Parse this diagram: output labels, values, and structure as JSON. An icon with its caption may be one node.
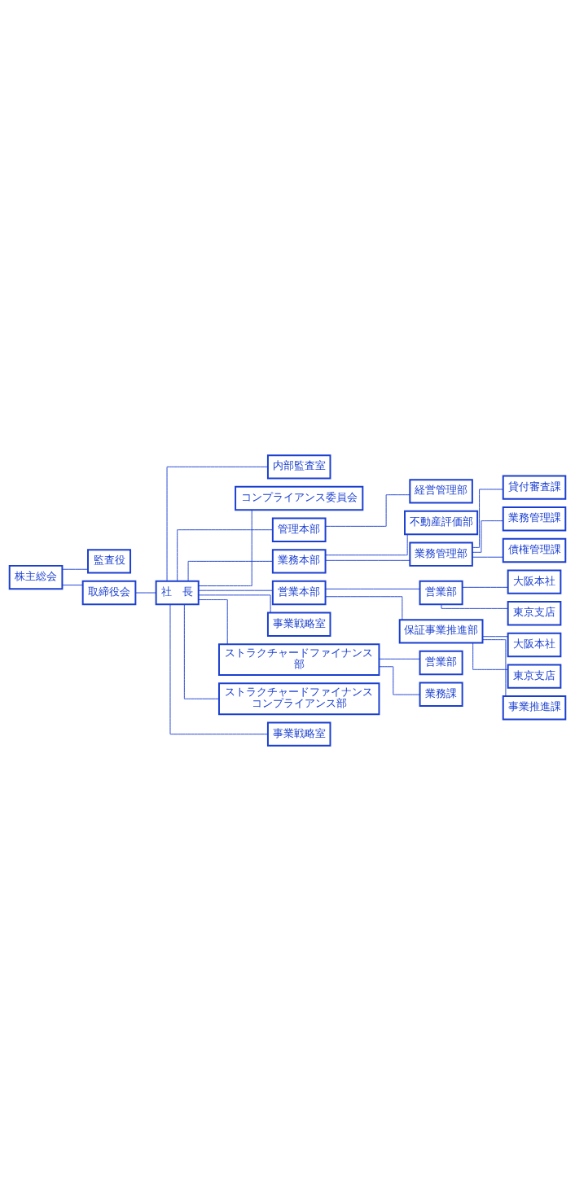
{
  "diagram": {
    "nodes": [
      {
        "text": [
          "株主総会"
        ]
      },
      {
        "text": [
          "監査役"
        ]
      },
      {
        "text": [
          "取締役会"
        ]
      },
      {
        "text": [
          "社　長"
        ]
      },
      {
        "text": [
          "内部監査室"
        ]
      },
      {
        "text": [
          "コンプライアンス委員会"
        ]
      },
      {
        "text": [
          "管理本部"
        ]
      },
      {
        "text": [
          "業務本部"
        ]
      },
      {
        "text": [
          "営業本部"
        ]
      },
      {
        "text": [
          "経営管理部"
        ]
      },
      {
        "text": [
          "不動産評価部"
        ]
      },
      {
        "text": [
          "業務管理部"
        ]
      },
      {
        "text": [
          "営業部"
        ]
      },
      {
        "text": [
          "保証事業推進部"
        ]
      },
      {
        "text": [
          "事業戦略室"
        ]
      },
      {
        "text": [
          "貸付審査課"
        ]
      },
      {
        "text": [
          "業務管理課"
        ]
      },
      {
        "text": [
          "債権管理課"
        ]
      },
      {
        "text": [
          "大阪本社"
        ]
      },
      {
        "text": [
          "東京支店"
        ]
      },
      {
        "text": [
          "大阪本社"
        ]
      },
      {
        "text": [
          "東京支店"
        ]
      },
      {
        "text": [
          "事業推進課"
        ]
      },
      {
        "text": [
          "ストラクチャードファイナンス部"
        ]
      },
      {
        "text": [
          "営業部"
        ]
      },
      {
        "text": [
          "業務課"
        ]
      },
      {
        "text": [
          "ストラクチャードファイナンスコンプライアンス部"
        ]
      },
      {
        "text": [
          "事業戦略室"
        ]
      }
    ],
    "edges": [
      {
        "from": 0,
        "to": 1,
        "arrow": "none"
      },
      {
        "from": 0,
        "to": 2,
        "arrow": "none"
      },
      {
        "from": 2,
        "to": 3,
        "arrow": "none"
      },
      {
        "from": 3,
        "to": 4,
        "arrow": "none"
      },
      {
        "from": 3,
        "to": 5,
        "arrow": "none"
      },
      {
        "from": 3,
        "to": 6,
        "arrow": "none"
      },
      {
        "from": 3,
        "to": 7,
        "arrow": "none"
      },
      {
        "from": 3,
        "to": 8,
        "arrow": "none"
      },
      {
        "from": 3,
        "to": 14,
        "arrow": "none"
      },
      {
        "from": 3,
        "to": 23,
        "arrow": "none"
      },
      {
        "from": 3,
        "to": 26,
        "arrow": "none"
      },
      {
        "from": 3,
        "to": 27,
        "arrow": "none"
      },
      {
        "from": 6,
        "to": 9,
        "arrow": "none"
      },
      {
        "from": 7,
        "to": 10,
        "arrow": "none"
      },
      {
        "from": 7,
        "to": 11,
        "arrow": "none"
      },
      {
        "from": 8,
        "to": 12,
        "arrow": "none"
      },
      {
        "from": 8,
        "to": 13,
        "arrow": "none"
      },
      {
        "from": 11,
        "to": 15,
        "arrow": "none"
      },
      {
        "from": 11,
        "to": 16,
        "arrow": "none"
      },
      {
        "from": 11,
        "to": 17,
        "arrow": "none"
      },
      {
        "from": 12,
        "to": 18,
        "arrow": "none"
      },
      {
        "from": 12,
        "to": 19,
        "arrow": "none"
      },
      {
        "from": 13,
        "to": 20,
        "arrow": "none"
      },
      {
        "from": 13,
        "to": 21,
        "arrow": "none"
      },
      {
        "from": 13,
        "to": 22,
        "arrow": "none"
      },
      {
        "from": 23,
        "to": 24,
        "arrow": "none"
      },
      {
        "from": 23,
        "to": 25,
        "arrow": "none"
      }
    ]
  }
}
